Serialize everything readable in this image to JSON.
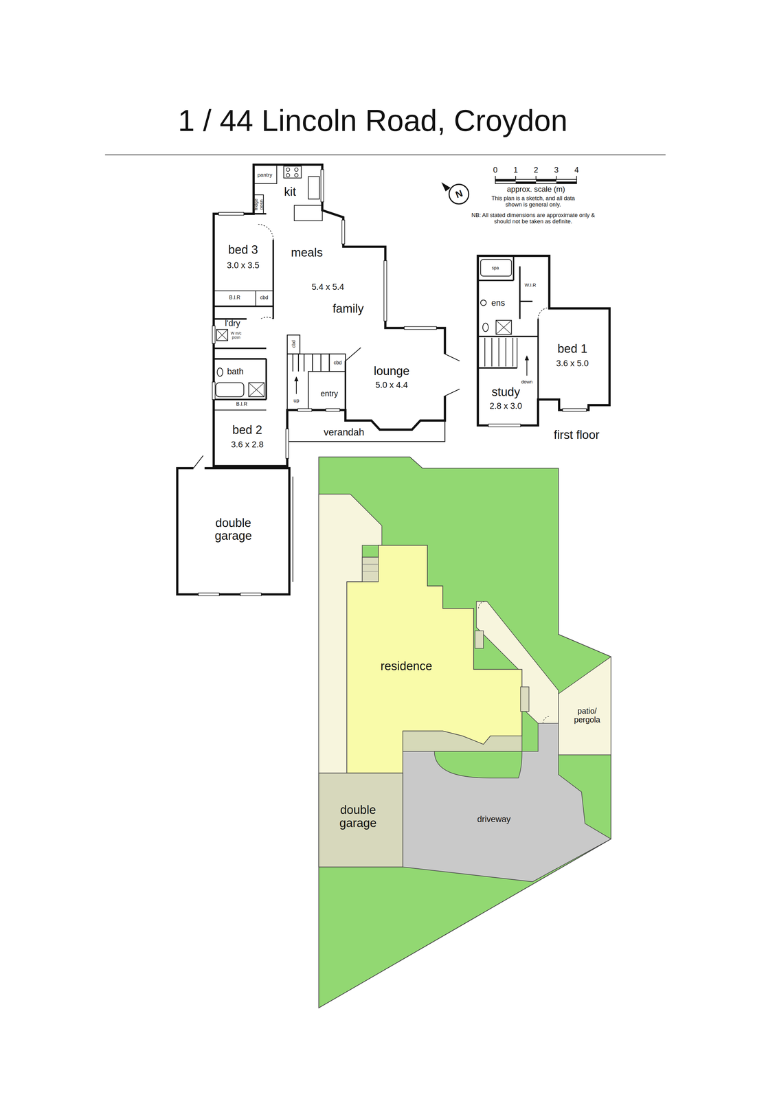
{
  "diagram": {
    "title": "1 / 44 Lincoln Road, Croydon",
    "nodes": [
      {
        "text": [
          "pantry"
        ]
      },
      {
        "text": [
          "kit"
        ]
      },
      {
        "text": [
          "fridge posn"
        ]
      },
      {
        "text": [
          "bed 3",
          "3.0 x 3.5"
        ]
      },
      {
        "text": [
          "meals",
          "5.4 x 5.4",
          "family"
        ]
      },
      {
        "text": [
          "B.I.R"
        ]
      },
      {
        "text": [
          "cbd"
        ]
      },
      {
        "text": [
          "l'dry"
        ]
      },
      {
        "text": [
          "W m/c posn"
        ]
      },
      {
        "text": [
          "cbd"
        ]
      },
      {
        "text": [
          "cbd"
        ]
      },
      {
        "text": [
          "bath"
        ]
      },
      {
        "text": [
          "lounge",
          "5.0 x 4.4"
        ]
      },
      {
        "text": [
          "entry"
        ]
      },
      {
        "text": [
          "B.I.R"
        ]
      },
      {
        "text": [
          "bed 2",
          "3.6 x 2.8"
        ]
      },
      {
        "text": [
          "verandah"
        ]
      },
      {
        "text": [
          "double garage"
        ]
      },
      {
        "text": [
          "spa"
        ]
      },
      {
        "text": [
          "W.I.R"
        ]
      },
      {
        "text": [
          "ens"
        ]
      },
      {
        "text": [
          "bed 1",
          "3.6 x 5.0"
        ]
      },
      {
        "text": [
          "study",
          "2.8 x 3.0"
        ]
      },
      {
        "text": [
          "residence"
        ]
      },
      {
        "text": [
          "patio/ pergola"
        ]
      },
      {
        "text": [
          "double garage"
        ]
      },
      {
        "text": [
          "driveway"
        ]
      }
    ],
    "labels": [
      "N",
      "0",
      "1",
      "2",
      "3",
      "4",
      "approx. scale (m)",
      "This plan is a sketch, and all data shown is general only.",
      "NB: All stated dimensions are approximate only & should not be taken as definite.",
      "up",
      "down",
      "first floor"
    ]
  }
}
